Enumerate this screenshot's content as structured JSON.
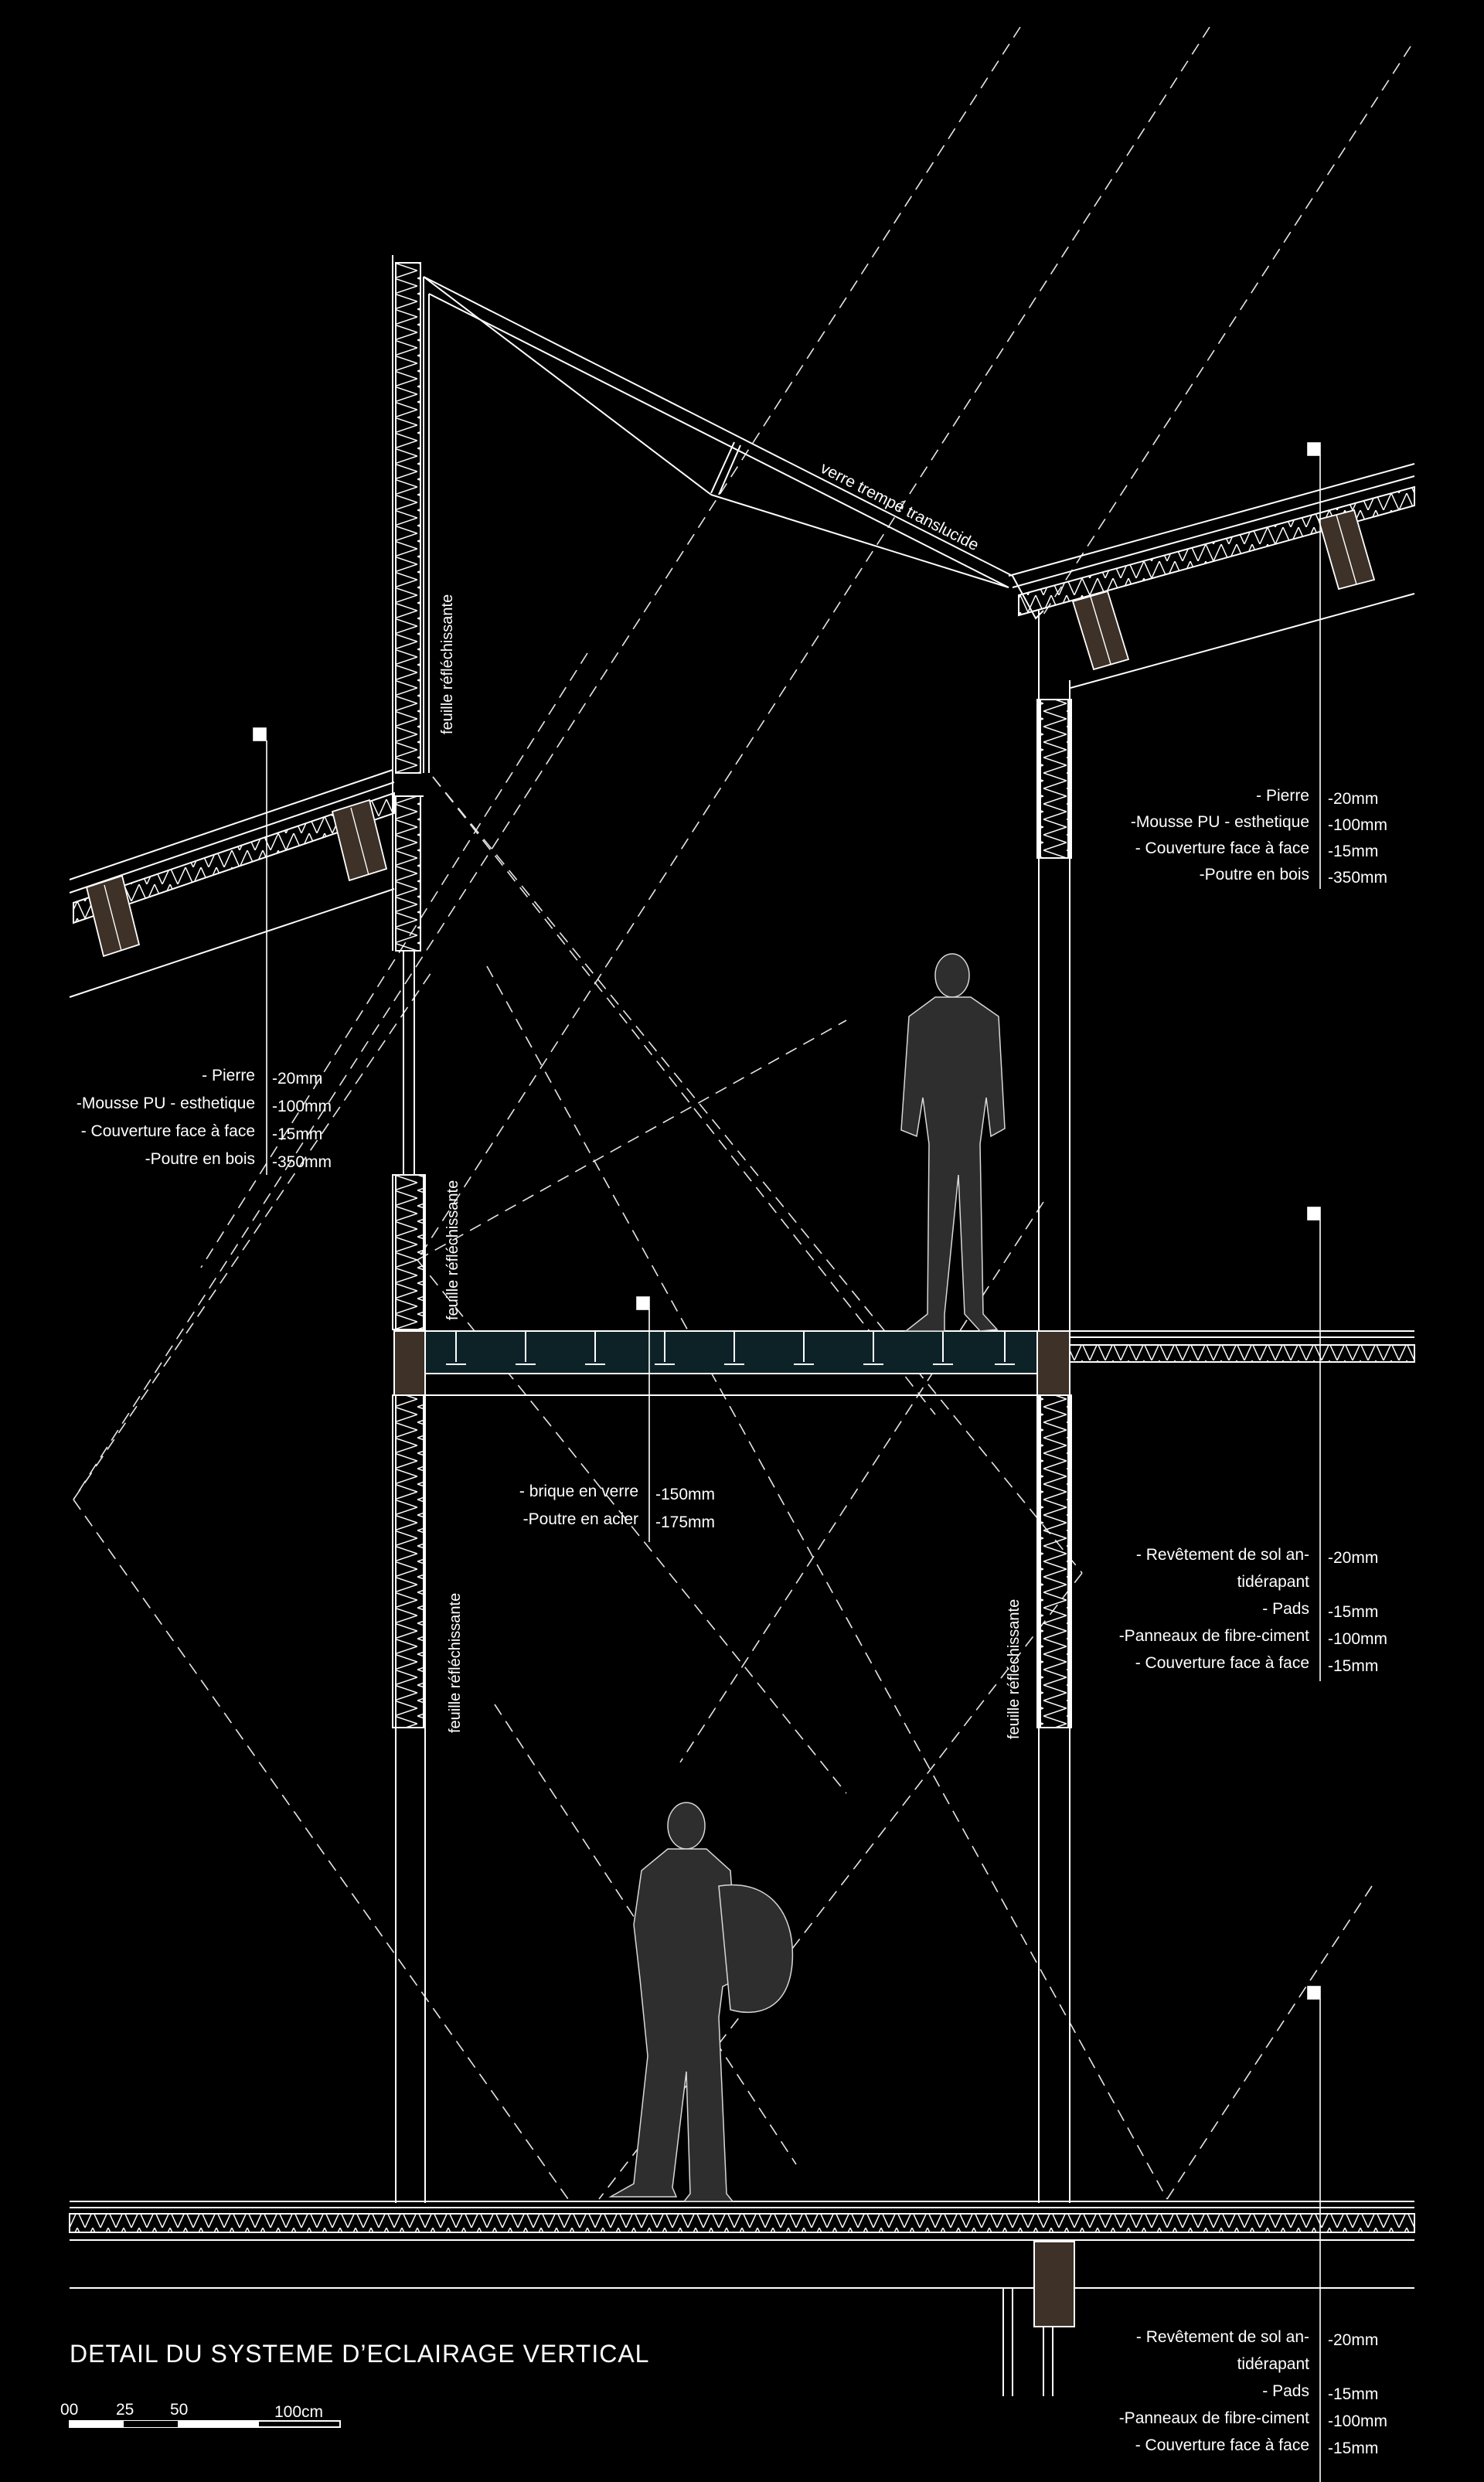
{
  "title": "DETAIL DU SYSTEME D’ECLAIRAGE VERTICAL",
  "scale_bar": {
    "ticks": [
      "00",
      "25",
      "50",
      "100cm"
    ]
  },
  "labels": {
    "verre": "verre trempé translucide",
    "feuille": "feuille réfléchissante"
  },
  "spec_groups": [
    {
      "id": "roof-left",
      "items": [
        {
          "name": "- Pierre",
          "dim": "-20mm"
        },
        {
          "name": "-Mousse PU - esthetique",
          "dim": "-100mm"
        },
        {
          "name": "- Couverture face à face",
          "dim": "-15mm"
        },
        {
          "name": "-Poutre en bois",
          "dim": "-350mm"
        }
      ]
    },
    {
      "id": "roof-right",
      "items": [
        {
          "name": "- Pierre",
          "dim": "-20mm"
        },
        {
          "name": "-Mousse PU - esthetique",
          "dim": "-100mm"
        },
        {
          "name": "- Couverture face à face",
          "dim": "-15mm"
        },
        {
          "name": "-Poutre en bois",
          "dim": "-350mm"
        }
      ]
    },
    {
      "id": "glass-floor",
      "items": [
        {
          "name": "- brique en verre",
          "dim": "-150mm"
        },
        {
          "name": "-Poutre en acier",
          "dim": "-175mm"
        }
      ]
    },
    {
      "id": "upper-floor",
      "items": [
        {
          "name": "- Revêtement de sol an-",
          "dim": "-20mm"
        },
        {
          "name": "tidérapant",
          "dim": ""
        },
        {
          "name": "- Pads",
          "dim": "-15mm"
        },
        {
          "name": "-Panneaux de fibre-ciment",
          "dim": "-100mm"
        },
        {
          "name": "- Couverture face à face",
          "dim": "-15mm"
        }
      ]
    },
    {
      "id": "ground-floor",
      "items": [
        {
          "name": "- Revêtement de sol an-",
          "dim": "-20mm"
        },
        {
          "name": "tidérapant",
          "dim": ""
        },
        {
          "name": "- Pads",
          "dim": "-15mm"
        },
        {
          "name": "-Panneaux de fibre-ciment",
          "dim": "-100mm"
        },
        {
          "name": "- Couverture face à face",
          "dim": "-15mm"
        }
      ]
    }
  ],
  "colors": {
    "background": "#000000",
    "line": "#ffffff",
    "wood": "#3d3128",
    "glass": "#0c2226",
    "figure": "#2e2e2e"
  }
}
